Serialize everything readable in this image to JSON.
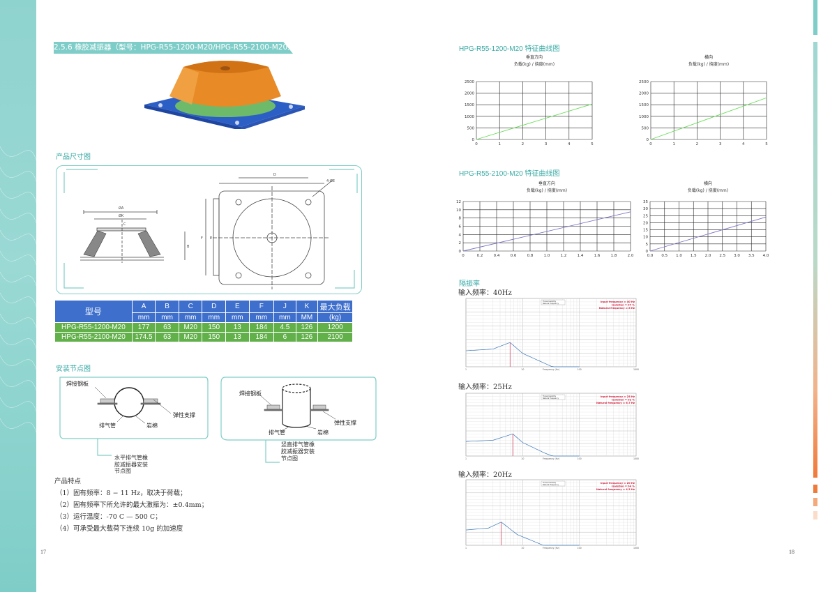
{
  "left_page": {
    "section_title": "2.5.6 橡胶减振器（型号：HPG-R55-1200-M20/HPG-R55-2100-M20）",
    "dimension_heading": "产品尺寸图",
    "install_heading": "安装节点图",
    "page_number": "17",
    "drawing_labels": {
      "d": "D",
      "phi_a": "ØA",
      "phi_k": "ØK",
      "c": "C",
      "b": "B",
      "e": "E",
      "f": "F",
      "hole": "4-ØE"
    },
    "spec_table": {
      "header": [
        "型号",
        "A",
        "B",
        "C",
        "D",
        "E",
        "F",
        "J",
        "K",
        "最大负载"
      ],
      "units": [
        "mm",
        "mm",
        "mm",
        "mm",
        "mm",
        "mm",
        "mm",
        "MM",
        "(kg)"
      ],
      "rows": [
        [
          "HPG-R55-1200-M20",
          "177",
          "63",
          "M20",
          "150",
          "13",
          "184",
          "4.5",
          "126",
          "1200"
        ],
        [
          "HPG-R55-2100-M20",
          "174.5",
          "63",
          "M20",
          "150",
          "13",
          "184",
          "6",
          "126",
          "2100"
        ]
      ]
    },
    "install_left": {
      "steel_plate": "焊接钢板",
      "support": "弹性支撑",
      "vent_pipe": "排气管",
      "rock_wool": "岩棉",
      "caption": [
        "水平排气管橡",
        "胶减振器安装",
        "节点图"
      ]
    },
    "install_right": {
      "steel_plate": "焊接钢板",
      "support": "弹性支撑",
      "vent_pipe": "排气管",
      "rock_wool": "岩棉",
      "caption": [
        "竖直排气管橡",
        "胶减振器安装",
        "节点图"
      ]
    },
    "features": {
      "heading": "产品特点",
      "items": [
        "（1）固有频率：8 − 11 Hz，取决于荷载；",
        "（2）固有频率下所允许的最大激振为：±0.4mm；",
        "（3）运行温度：-70 C — 500 C；",
        "（4）可承受最大载荷下连续 10g 的加速度"
      ]
    }
  },
  "right_page": {
    "page_number": "18",
    "chart_group_1_title": "HPG-R55-1200-M20 特征曲线图",
    "chart_group_2_title": "HPG-R55-2100-M20 特征曲线图",
    "isolation_heading": "隔振率",
    "iso_labels": [
      "输入频率：40Hz",
      "输入频率：25Hz",
      "输入频率：20Hz"
    ]
  },
  "colors": {
    "teal": "#7fcdc8",
    "blue_header": "#3f6fcc",
    "green_row": "#61b04a",
    "orange_stripe": "#f07a3a",
    "curve_green": "#66dd55",
    "curve_purple": "#7a75c6"
  },
  "chart_data": [
    {
      "type": "line",
      "title": "垂直方向",
      "subtitle": "负载(kg) / 挠度(mm)",
      "x": [
        0,
        1,
        2,
        3,
        4,
        5
      ],
      "x_ticks": [
        "0",
        "1",
        "2",
        "3",
        "4",
        "5"
      ],
      "ylim": [
        0,
        2500
      ],
      "y_ticks": [
        "0",
        "500",
        "1000",
        "1500",
        "2000",
        "2500"
      ],
      "series": [
        {
          "values": [
            [
              0,
              0
            ],
            [
              5,
              1530
            ]
          ]
        }
      ],
      "line_color": "#66dd55",
      "grid": true
    },
    {
      "type": "line",
      "title": "横向",
      "subtitle": "负载(kg) / 挠度(mm)",
      "x": [
        0,
        1,
        2,
        3,
        4,
        5
      ],
      "x_ticks": [
        "0",
        "1",
        "2",
        "3",
        "4",
        "5"
      ],
      "ylim": [
        0,
        2500
      ],
      "y_ticks": [
        "0",
        "500",
        "1000",
        "1500",
        "2000",
        "2500"
      ],
      "series": [
        {
          "values": [
            [
              0,
              0
            ],
            [
              5,
              1800
            ]
          ]
        }
      ],
      "line_color": "#66dd55",
      "grid": true
    },
    {
      "type": "line",
      "title": "垂直方向",
      "subtitle": "负载(kg) / 挠度(mm)",
      "x_ticks": [
        "0",
        "0.2",
        "0.4",
        "0.6",
        "0.8",
        "1.0",
        "1.2",
        "1.4",
        "1.6",
        "1.8",
        "2.0"
      ],
      "xlim": [
        0,
        2.0
      ],
      "ylim": [
        0,
        12
      ],
      "y_ticks": [
        "0",
        "2",
        "4",
        "6",
        "8",
        "10",
        "12"
      ],
      "series": [
        {
          "values": [
            [
              0,
              0
            ],
            [
              2.0,
              9.5
            ]
          ]
        }
      ],
      "line_color": "#7a75c6",
      "grid": true
    },
    {
      "type": "line",
      "title": "横向",
      "subtitle": "负载(kg) / 挠度(mm)",
      "x_ticks": [
        "0.0",
        "0.5",
        "1.0",
        "1.5",
        "2.0",
        "2.5",
        "3.0",
        "3.5",
        "4.0"
      ],
      "xlim": [
        0,
        4.0
      ],
      "ylim": [
        0,
        35
      ],
      "y_ticks": [
        "0",
        "5",
        "10",
        "15",
        "20",
        "25",
        "30",
        "35"
      ],
      "series": [
        {
          "values": [
            [
              0,
              0
            ],
            [
              4.0,
              24
            ]
          ]
        }
      ],
      "line_color": "#7a75c6",
      "grid": true
    },
    {
      "type": "line",
      "title": "Input frequency = 40 Hz",
      "annotations": [
        "Input frequency = 40 Hz",
        "Isolation = 97 %",
        "Natural frequency = 6 Hz"
      ],
      "legend": [
        "Transmissibility",
        "Natural Frequency"
      ],
      "xlabel": "Frequency (Hz)",
      "x_scale": "log",
      "xlim": [
        1,
        1000
      ],
      "series": [
        {
          "name": "Transmissibility",
          "values": [
            [
              1,
              1.0
            ],
            [
              3,
              1.4
            ],
            [
              6,
              5.0
            ],
            [
              10,
              0.6
            ],
            [
              40,
              0.03
            ],
            [
              100,
              0.004
            ]
          ]
        }
      ],
      "line_color": "#3a76b8"
    },
    {
      "type": "line",
      "annotations": [
        "Input frequency = 25 Hz",
        "Isolation = 92 %",
        "Natural frequency = 6.7 Hz"
      ],
      "legend": [
        "Transmissibility",
        "Natural Frequency"
      ],
      "xlabel": "Frequency (Hz)",
      "x_scale": "log",
      "xlim": [
        1,
        1000
      ],
      "series": [
        {
          "name": "Transmissibility",
          "values": [
            [
              1,
              1.0
            ],
            [
              3,
              1.3
            ],
            [
              6.7,
              5.0
            ],
            [
              10,
              0.8
            ],
            [
              25,
              0.08
            ],
            [
              100,
              0.005
            ]
          ]
        }
      ],
      "line_color": "#3a76b8"
    },
    {
      "type": "line",
      "annotations": [
        "Input frequency = 20 Hz",
        "Isolation = 94 %",
        "Natural frequency = 4.2 Hz"
      ],
      "legend": [
        "Transmissibility",
        "Natural Frequency"
      ],
      "xlabel": "Frequency (Hz)",
      "x_scale": "log",
      "xlim": [
        1,
        1000
      ],
      "series": [
        {
          "name": "Transmissibility",
          "values": [
            [
              1,
              1.0
            ],
            [
              2.5,
              1.5
            ],
            [
              4.2,
              5.0
            ],
            [
              8,
              0.4
            ],
            [
              20,
              0.06
            ],
            [
              100,
              0.002
            ]
          ]
        }
      ],
      "line_color": "#3a76b8"
    }
  ]
}
